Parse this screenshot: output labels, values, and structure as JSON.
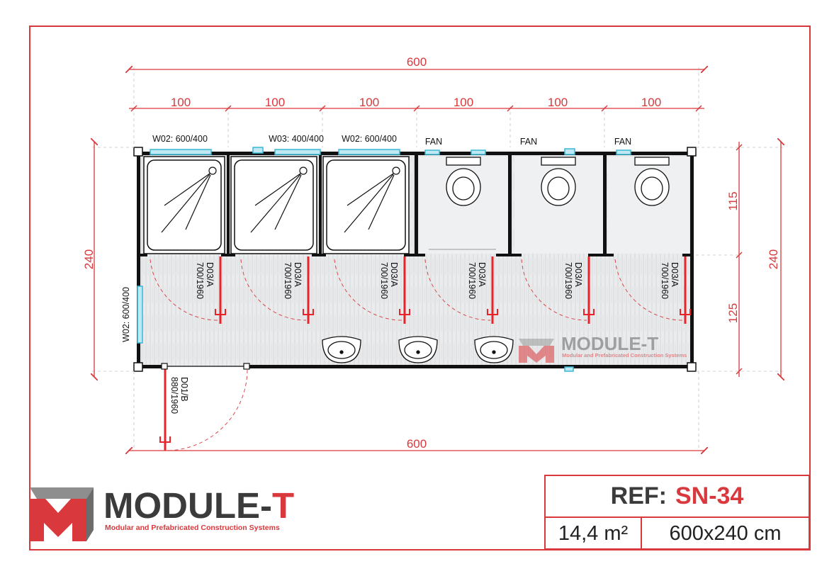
{
  "dimensions": {
    "overall_top": "600",
    "overall_bottom": "600",
    "module_widths": [
      "100",
      "100",
      "100",
      "100",
      "100",
      "100"
    ],
    "height_left": "240",
    "height_right": "240",
    "height_upper_right": "115",
    "height_lower_right": "125"
  },
  "windows": {
    "w1": "W02: 600/400",
    "w2": "W03: 400/400",
    "w3": "W02: 600/400",
    "left_side": "W02: 600/400"
  },
  "fans": [
    "FAN",
    "FAN",
    "FAN"
  ],
  "doors": {
    "interior_type": "D03/A",
    "interior_size": "700/1960",
    "interior_count": 6,
    "entrance_type": "D01/B",
    "entrance_size": "880/1960"
  },
  "watermark": {
    "brand": "MODULE-T",
    "tagline": "Modular and Prefabricated Construction Systems"
  },
  "logo": {
    "brand_part1": "MODULE-",
    "brand_part2": "T",
    "tagline": "Modular and Prefabricated Construction Systems"
  },
  "title_block": {
    "ref_label": "REF:",
    "ref_value": "SN-34",
    "area": "14,4 m²",
    "size": "600x240 cm"
  },
  "colors": {
    "accent_red": "#d9383c",
    "wall": "#111111",
    "window_cyan": "#39b7d6",
    "logo_gray": "#3b3b3b"
  }
}
